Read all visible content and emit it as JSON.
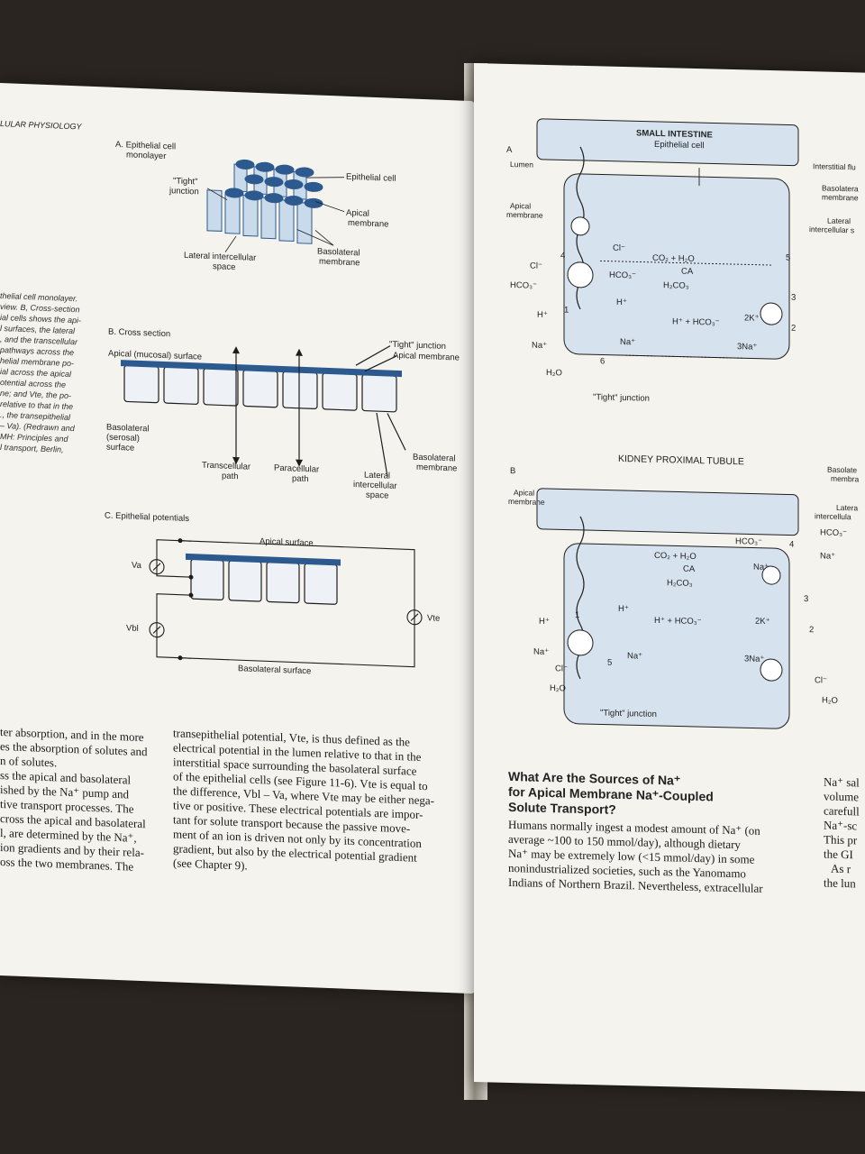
{
  "left_page": {
    "running_head": "LULAR PHYSIOLOGY",
    "panel_a": {
      "title_line1": "A. Epithelial cell",
      "title_line2": "monolayer",
      "tight_junction_1": "\"Tight\"",
      "tight_junction_2": "junction",
      "epithelial_cell": "Epithelial cell",
      "apical_membrane_1": "Apical",
      "apical_membrane_2": "membrane",
      "basolateral_membrane_1": "Basolateral",
      "basolateral_membrane_2": "membrane",
      "lateral_space_1": "Lateral intercellular",
      "lateral_space_2": "space"
    },
    "panel_b": {
      "title": "B. Cross section",
      "apical_surface": "Apical (mucosal) surface",
      "tight_junction": "\"Tight\" junction",
      "apical_membrane": "Apical membrane",
      "basolateral_1": "Basolateral",
      "basolateral_2": "(serosal)",
      "basolateral_3": "surface",
      "transcellular_1": "Transcellular",
      "transcellular_2": "path",
      "paracellular_1": "Paracellular",
      "paracellular_2": "path",
      "lateral_1": "Lateral",
      "lateral_2": "intercellular",
      "lateral_3": "space",
      "basolateral_membrane_1": "Basolateral",
      "basolateral_membrane_2": "membrane"
    },
    "panel_c": {
      "title": "C. Epithelial potentials",
      "apical_surface": "Apical surface",
      "va": "Va",
      "vbl": "Vbl",
      "vte": "Vte",
      "basolateral_surface": "Basolateral surface"
    },
    "caption_lines": [
      "thelial cell monolayer.",
      "view. B, Cross-section",
      "ial cells shows the api-",
      "l surfaces, the lateral",
      ", and the transcellular",
      "pathways across the",
      "helial membrane po-",
      "ial across the apical",
      "otential across the",
      "ne; and Vte, the po-",
      "relative to that in the",
      "., the transepithelial",
      "– Va). (Redrawn and",
      "MH: Principles and",
      "l transport, Berlin,"
    ],
    "left_column": [
      "ter absorption, and in the more",
      "es the absorption of solutes and",
      "n of solutes.",
      "ss the apical and basolateral",
      "ished by the Na⁺ pump and",
      "tive transport processes. The",
      "cross the apical and basolateral",
      "l, are determined by the Na⁺,",
      "ion gradients and by their rela-",
      "oss the two membranes. The"
    ],
    "right_column": [
      "transepithelial potential, Vte, is thus defined as the",
      "electrical potential in the lumen relative to that in the",
      "interstitial space surrounding the basolateral surface",
      "of the epithelial cells (see Figure 11-6). Vte is equal to",
      "the difference, Vbl – Va, where Vte may be either nega-",
      "tive or positive. These electrical potentials are impor-",
      "tant for solute transport because the passive move-",
      "ment of an ion is driven not only by its concentration",
      "gradient, but also by the electrical potential gradient",
      "(see Chapter 9)."
    ]
  },
  "right_page": {
    "panel_a": {
      "letter": "A",
      "title": "SMALL INTESTINE",
      "subtitle": "Epithelial cell",
      "lumen": "Lumen",
      "apical_membrane_1": "Apical",
      "apical_membrane_2": "membrane",
      "interstitial": "Interstitial flu",
      "basolateral_1": "Basolatera",
      "basolateral_2": "membrane",
      "lateral_1": "Lateral",
      "lateral_2": "intercellular s",
      "co2": "CO₂ + H₂O",
      "ca": "CA",
      "h2co3": "H₂CO₃",
      "h_hco3": "H⁺ + HCO₃⁻",
      "cl": "Cl⁻",
      "hco3": "HCO₃⁻",
      "h": "H⁺",
      "na": "Na⁺",
      "h2o": "H₂O",
      "k2": "2K⁺",
      "na3": "3Na⁺",
      "tight": "\"Tight\" junction",
      "n1": "1",
      "n2": "2",
      "n3": "3",
      "n4": "4",
      "n5": "5",
      "n6": "6"
    },
    "panel_b": {
      "letter": "B",
      "title": "KIDNEY PROXIMAL TUBULE",
      "apical_membrane_1": "Apical",
      "apical_membrane_2": "membrane",
      "basolateral_1": "Basolate",
      "basolateral_2": "membra",
      "lateral_1": "Latera",
      "lateral_2": "intercellula",
      "co2": "CO₂ + H₂O",
      "ca": "CA",
      "h2co3": "H₂CO₃",
      "h_hco3": "H⁺ + HCO₃⁻",
      "hco3": "HCO₃⁻",
      "na": "Na⁺",
      "h": "H⁺",
      "cl": "Cl⁻",
      "h2o": "H₂O",
      "k2": "2K⁺",
      "na3": "3Na⁺",
      "tight": "\"Tight\" junction",
      "n1": "1",
      "n2": "2",
      "n3": "3",
      "n4": "4",
      "n5": "5"
    },
    "heading_lines": [
      "What Are the Sources of Na⁺",
      "for Apical Membrane Na⁺-Coupled",
      "Solute Transport?"
    ],
    "body_lines": [
      "Humans normally ingest a modest amount of Na⁺ (on",
      "average ~100 to 150 mmol/day), although dietary",
      "Na⁺ may be extremely low (<15 mmol/day) in some",
      "nonindustrialized societies, such as the Yanomamo",
      "Indians of Northern Brazil. Nevertheless, extracellular"
    ],
    "edge_lines": [
      "Na⁺ sal",
      "volume",
      "carefull",
      "Na⁺-sc",
      "This pr",
      "the GI",
      "As r",
      "the lun"
    ]
  },
  "colors": {
    "page": "#f5f3ee",
    "cell_fill": "#d6e3ef",
    "membrane_blue": "#2d5a8e",
    "ink": "#1d1d1d"
  }
}
